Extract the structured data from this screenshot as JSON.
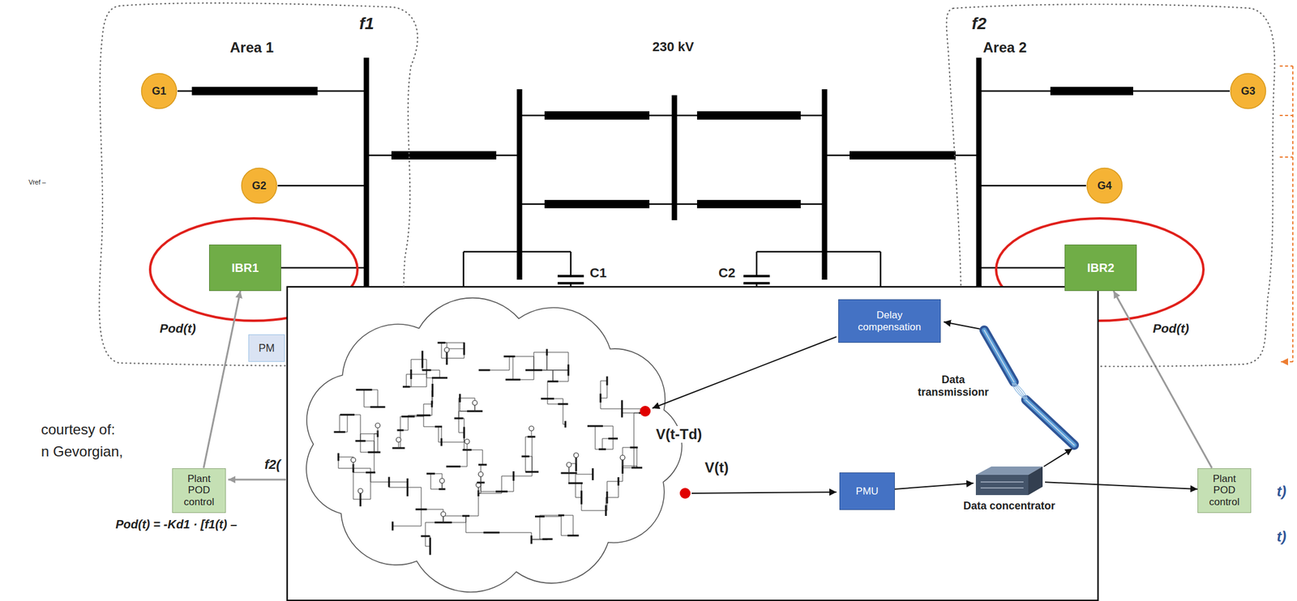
{
  "diagram": {
    "nodes": [
      {
        "text": [
          "Area 1"
        ]
      },
      {
        "text": [
          "G1"
        ],
        "in": 0
      },
      {
        "text": [
          "G2"
        ],
        "in": 0
      },
      {
        "text": [
          "IBR1"
        ],
        "in": 0
      },
      {
        "text": [
          "PM"
        ],
        "in": 0
      },
      {
        "text": [
          "Area 2"
        ]
      },
      {
        "text": [
          "G3"
        ],
        "in": 5
      },
      {
        "text": [
          "G4"
        ],
        "in": 5
      },
      {
        "text": [
          "IBR2"
        ],
        "in": 5
      },
      {
        "text": [
          "Plant POD control"
        ]
      },
      {
        "text": [
          "Delay compensation"
        ]
      },
      {
        "text": [
          "PMU"
        ]
      },
      {
        "text": [
          "Data concentrator"
        ]
      },
      {
        "text": [
          "Plant POD control"
        ]
      }
    ],
    "edges": [
      {
        "from": 9,
        "to": 3,
        "arrow": "to"
      },
      {
        "from": 13,
        "to": 8,
        "arrow": "to"
      },
      {
        "from": 11,
        "to": 12,
        "arrow": "to"
      },
      {
        "from": 12,
        "to": 13,
        "arrow": "to"
      }
    ],
    "labels": [
      "f1",
      "230 kV",
      "f2",
      "C1",
      "C2",
      "Vref –",
      "Pod(t)",
      "Pod(t)",
      "courtesy of:",
      "n Gevorgian,",
      "f2(",
      "Pod(t) = -Kd1 · [f1(t) –",
      "V(t-Td)",
      "V(t)",
      "Data transmissionr",
      "t)",
      "t)"
    ]
  }
}
